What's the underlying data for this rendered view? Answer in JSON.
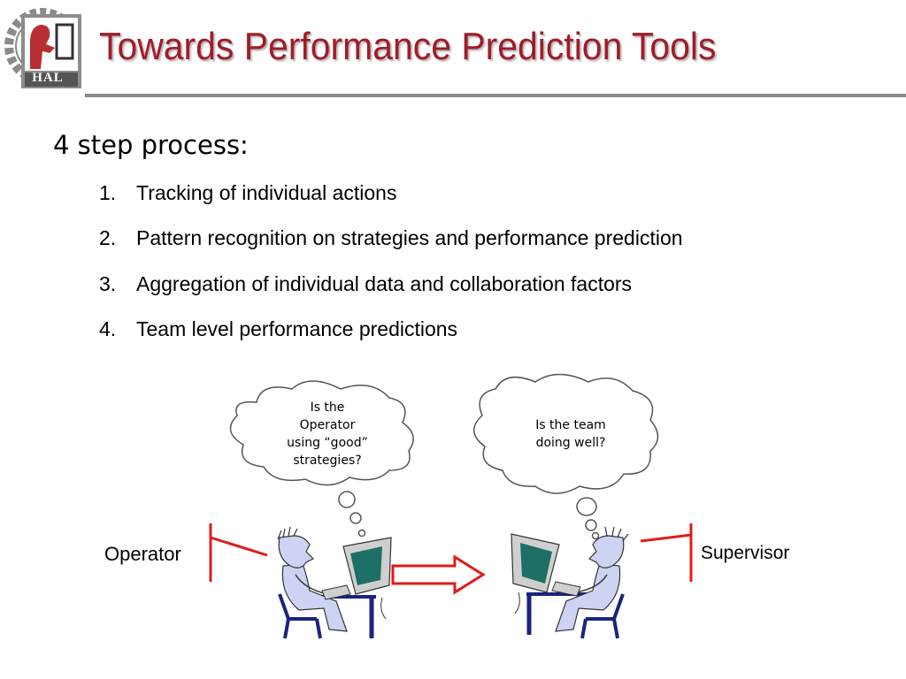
{
  "logo": {
    "text": "HAL"
  },
  "slide": {
    "title": "Towards Performance Prediction Tools",
    "heading": "4 step process:",
    "steps": [
      {
        "number": "1.",
        "text": "Tracking of individual actions"
      },
      {
        "number": "2.",
        "text": "Pattern recognition on strategies and performance prediction"
      },
      {
        "number": "3.",
        "text": "Aggregation of individual data and collaboration factors"
      },
      {
        "number": "4.",
        "text": "Team level performance predictions"
      }
    ]
  },
  "diagram": {
    "operator_thought": "Is the\nOperator\nusing “good”\nstrategies?",
    "supervisor_thought": "Is the team\ndoing well?",
    "operator_label": "Operator",
    "supervisor_label": "Supervisor"
  },
  "colors": {
    "title": "#a01c2a",
    "rule": "#8a8a8a",
    "accent_red": "#e01b1b"
  }
}
